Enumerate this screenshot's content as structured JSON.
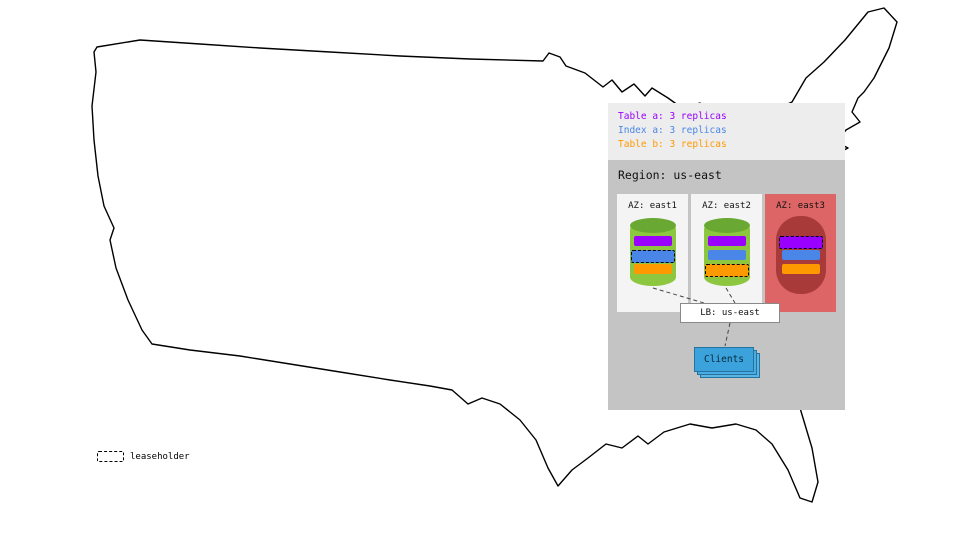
{
  "legend": {
    "items": [
      {
        "label": "Table a: 3 replicas",
        "color": "#9900ff"
      },
      {
        "label": "Index a: 3 replicas",
        "color": "#4a86e8"
      },
      {
        "label": "Table b: 3 replicas",
        "color": "#ff9900"
      }
    ]
  },
  "region": {
    "title": "Region: us-east",
    "lb_label": "LB: us-east",
    "clients_label": "Clients",
    "azs": [
      {
        "id": "east1",
        "label": "AZ: east1",
        "status": "up",
        "replicas": [
          {
            "name": "table-a",
            "color": "#9900ff",
            "leaseholder": false
          },
          {
            "name": "index-a",
            "color": "#4a86e8",
            "leaseholder": true
          },
          {
            "name": "table-b",
            "color": "#ff9900",
            "leaseholder": false
          }
        ]
      },
      {
        "id": "east2",
        "label": "AZ: east2",
        "status": "up",
        "replicas": [
          {
            "name": "table-a",
            "color": "#9900ff",
            "leaseholder": false
          },
          {
            "name": "index-a",
            "color": "#4a86e8",
            "leaseholder": false
          },
          {
            "name": "table-b",
            "color": "#ff9900",
            "leaseholder": true
          }
        ]
      },
      {
        "id": "east3",
        "label": "AZ: east3",
        "status": "down",
        "replicas": [
          {
            "name": "table-a",
            "color": "#9900ff",
            "leaseholder": true
          },
          {
            "name": "index-a",
            "color": "#4a86e8",
            "leaseholder": false
          },
          {
            "name": "table-b",
            "color": "#ff9900",
            "leaseholder": false
          }
        ]
      }
    ]
  },
  "map_legend": {
    "leaseholder_label": "leaseholder"
  },
  "colors": {
    "region_bg": "#c4c4c4",
    "legend_bg": "#ededed",
    "az_bg": "#f4f4f4",
    "az_down_bg": "#dd6565",
    "node_down": "#a83a3a",
    "cylinder_body": "#8dc63f",
    "cylinder_top": "#69a832",
    "clients_blue": "#3ba2dc"
  }
}
